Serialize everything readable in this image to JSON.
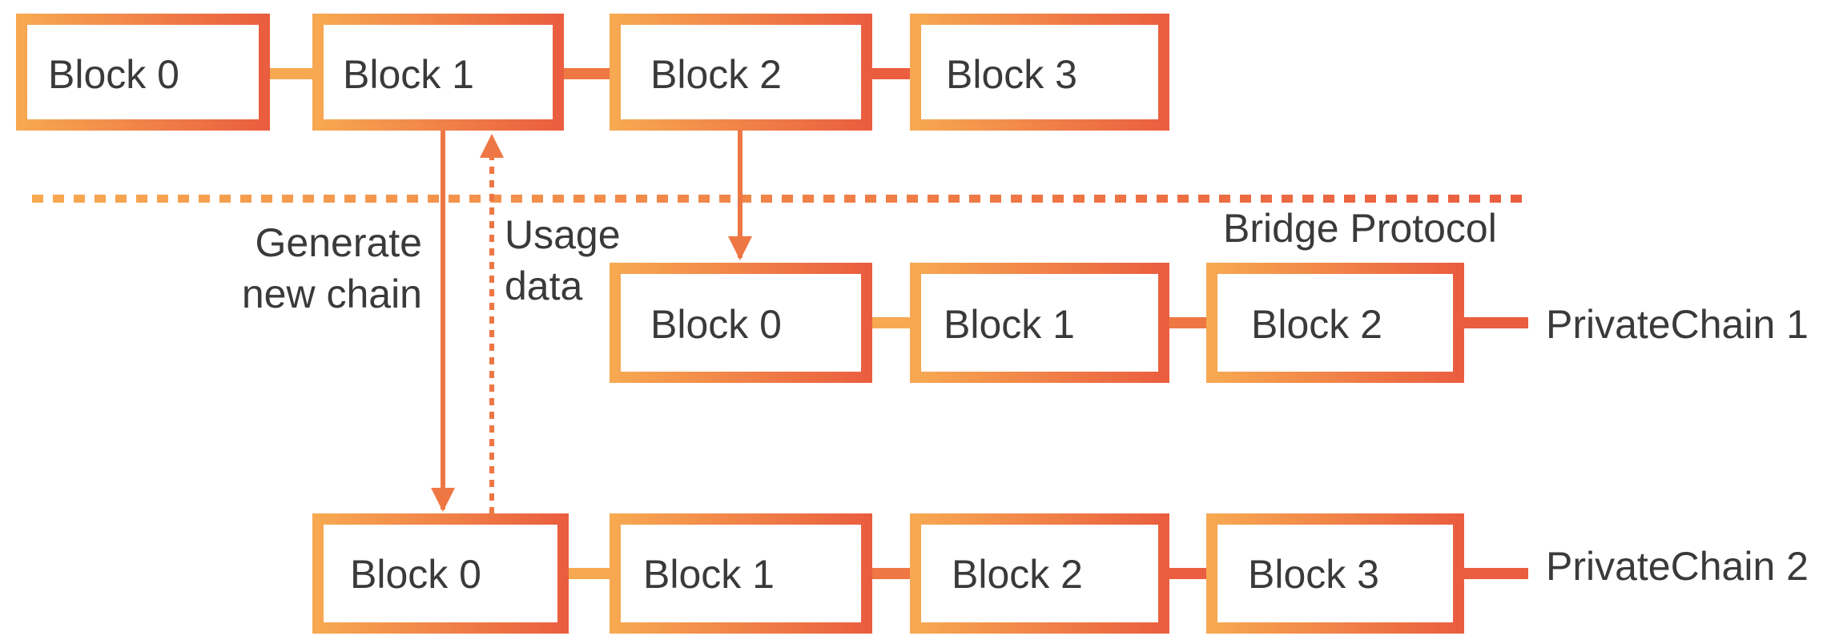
{
  "colors": {
    "gradient_start": "#F7A851",
    "gradient_end": "#EA5E3F",
    "text": "#3A3A3A",
    "arrow": "#EE7744"
  },
  "main_chain": {
    "blocks": [
      "Block 0",
      "Block 1",
      "Block 2",
      "Block 3"
    ]
  },
  "private_chain_1": {
    "label": "PrivateChain 1",
    "blocks": [
      "Block 0",
      "Block 1",
      "Block 2"
    ]
  },
  "private_chain_2": {
    "label": "PrivateChain 2",
    "blocks": [
      "Block 0",
      "Block 1",
      "Block 2",
      "Block 3"
    ]
  },
  "labels": {
    "generate_line1": "Generate",
    "generate_line2": "new chain",
    "usage_line1": "Usage",
    "usage_line2": "data",
    "bridge_protocol": "Bridge Protocol"
  }
}
